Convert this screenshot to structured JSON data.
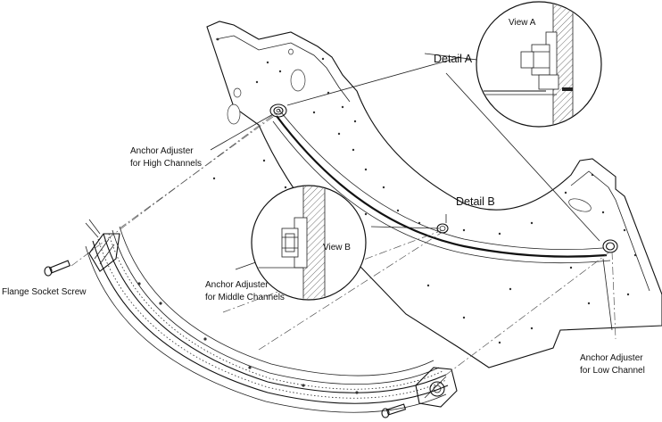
{
  "diagram": {
    "callouts": {
      "detail_a": "Detail A",
      "detail_b": "Detail B",
      "view_a": "View A",
      "view_b": "View B"
    },
    "labels": {
      "high_1": "Anchor Adjuster",
      "high_2": "for High Channels",
      "middle_1": "Anchor Adjuster",
      "middle_2": "for Middle Channels",
      "low_1": "Anchor Adjuster",
      "low_2": "for Low Channel",
      "screw": "Flange Socket Screw"
    }
  }
}
